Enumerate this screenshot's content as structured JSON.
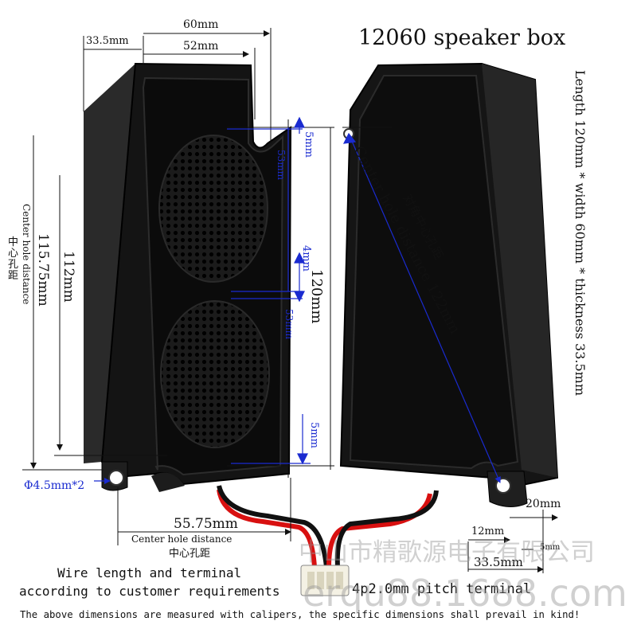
{
  "title": "12060 speaker box",
  "spec_vertical": "Length 120mm * width 60mm * thickness 33.5mm",
  "dims": {
    "w60": "60mm",
    "w52": "52mm",
    "d335_top": "33.5mm",
    "v5_top": "5mm",
    "v53_top": "53mm",
    "v4": "4mm",
    "v120": "120mm",
    "v53_bot": "53mm",
    "v5_bot": "5mm",
    "v112": "112mm",
    "v11575": "115.75mm",
    "center_hole_en_left": "Center hole distance",
    "center_hole_cn_left": "中心孔距",
    "hole_dia": "Φ4.5mm*2",
    "h5575": "55.75mm",
    "center_hole_en_bottom": "Center hole distance",
    "center_hole_cn_bottom": "中心孔距",
    "diag_cn": "对角中心孔距",
    "diag_en": "Center hole distance 122mm",
    "w20": "20mm",
    "w12": "12mm",
    "w5": "5mm",
    "d335_bottom": "33.5mm"
  },
  "notes": {
    "wire": "Wire length and terminal",
    "wire2": "according to customer requirements",
    "terminal": "4p2.0mm pitch terminal",
    "footer": "The above dimensions are measured with calipers, the specific dimensions shall prevail in kind!"
  },
  "watermark": {
    "company": "中山市精歌源电子有限公司",
    "site": "erqu88.1688.com"
  },
  "colors": {
    "box": "#141414",
    "panel": "#0b0b0b",
    "dimension_blue": "#1a2bd0",
    "wire_red": "#d81010",
    "wire_black": "#111111"
  }
}
